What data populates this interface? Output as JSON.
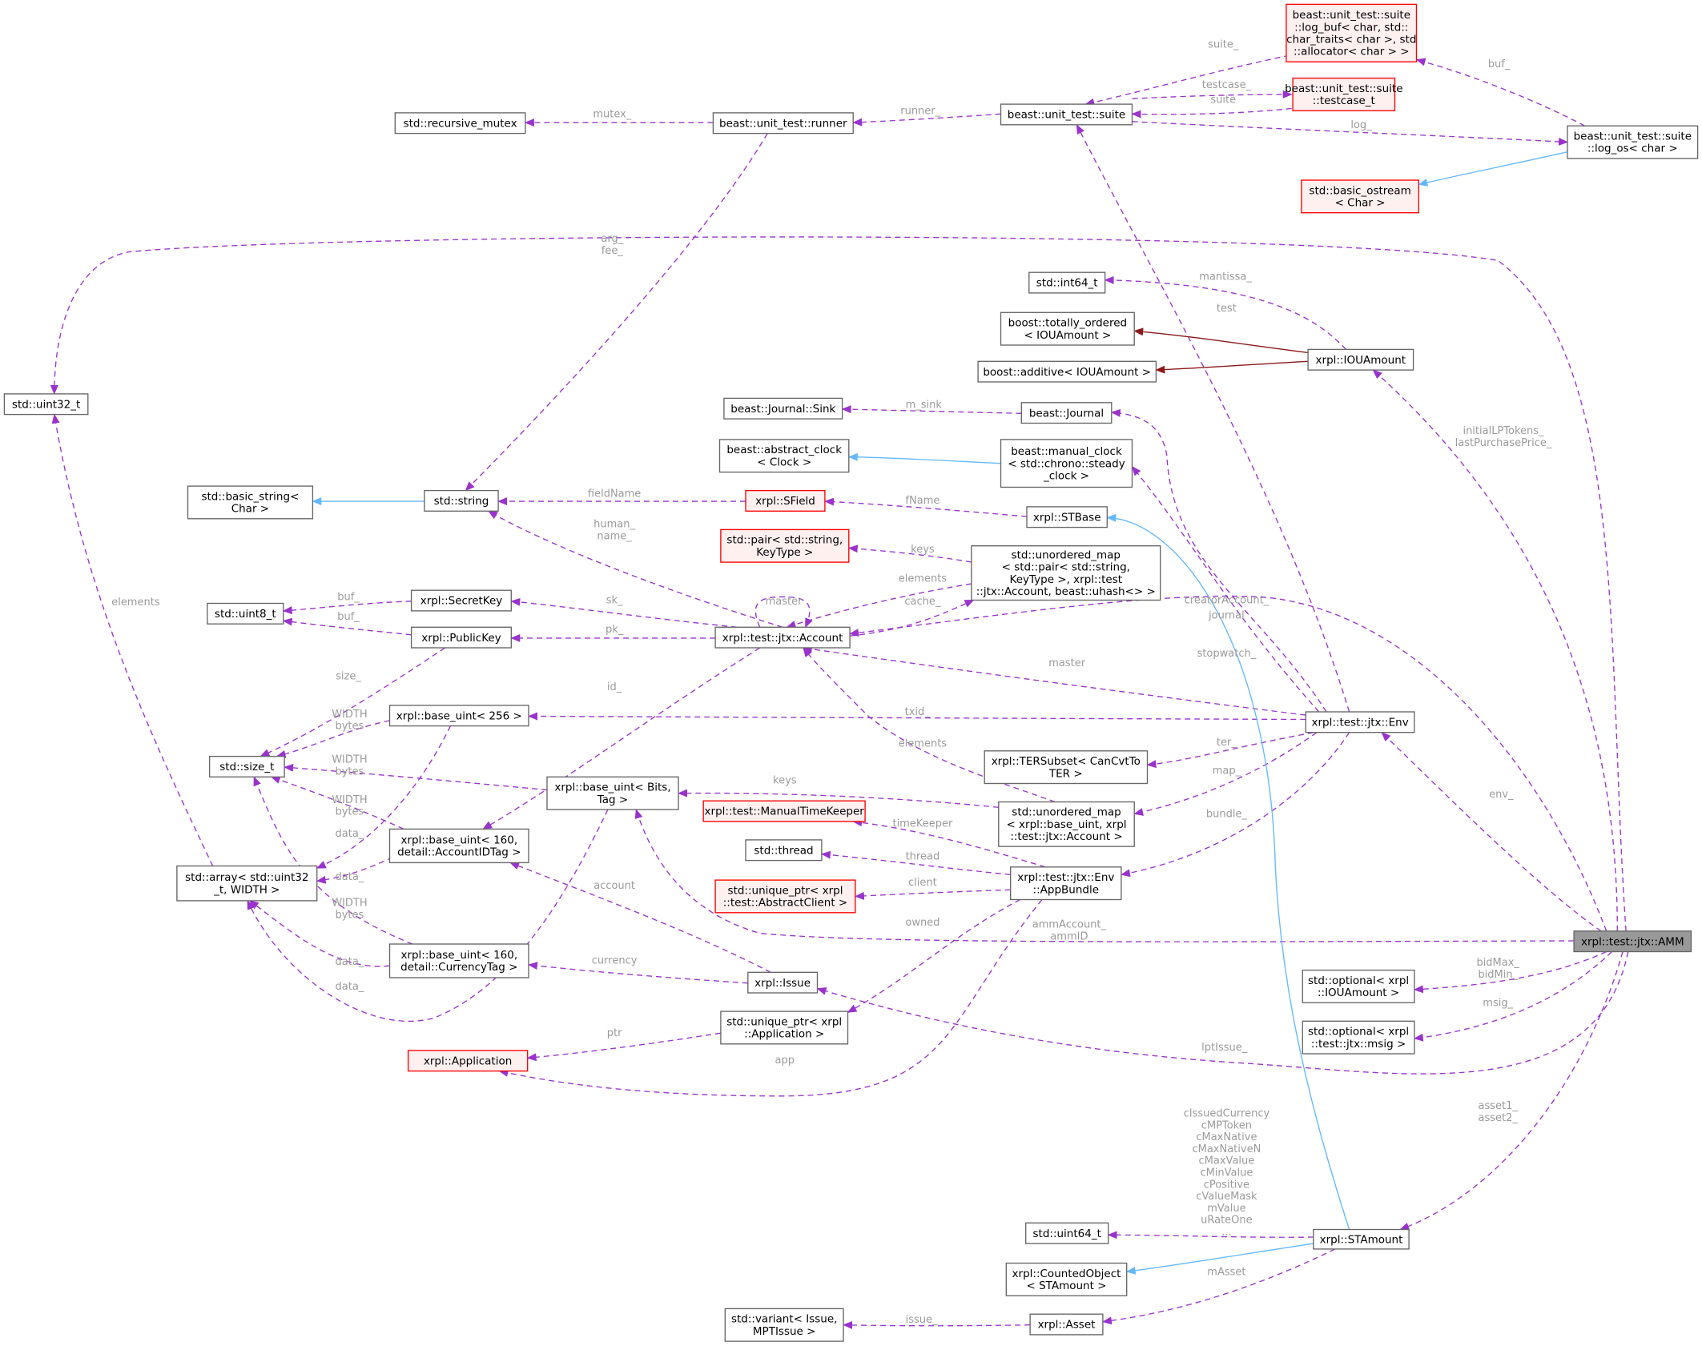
{
  "colors": {
    "member_edge": "#9a32cd",
    "inherit_edge": "#63b8ff",
    "private_edge": "#8b1a1a",
    "label_text": "#9a9a9a",
    "node_border": "#666666",
    "missing_node_border": "#ff0000",
    "missing_node_fill": "#fff0f0",
    "focus_node_fill": "#999999"
  },
  "nodes": {
    "AMM": [
      "xrpl::test::jtx::AMM"
    ],
    "Env": [
      "xrpl::test::jtx::Env"
    ],
    "AppBundle": [
      "xrpl::test::jtx::Env",
      "::AppBundle"
    ],
    "Account": [
      "xrpl::test::jtx::Account"
    ],
    "STAmount": [
      "xrpl::STAmount"
    ],
    "STBase": [
      "xrpl::STBase"
    ],
    "SField": [
      "xrpl::SField"
    ],
    "IOUAmount": [
      "xrpl::IOUAmount"
    ],
    "Issue": [
      "xrpl::Issue"
    ],
    "Asset": [
      "xrpl::Asset"
    ],
    "suite": [
      "beast::unit_test::suite"
    ],
    "runner": [
      "beast::unit_test::runner"
    ],
    "testcase": [
      "beast::unit_test::suite",
      "::testcase_t"
    ],
    "logbuf": [
      "beast::unit_test::suite",
      "::log_buf< char, std::",
      "char_traits< char >, std",
      "::allocator< char > >"
    ],
    "logos": [
      "beast::unit_test::suite",
      "::log_os< char >"
    ],
    "ostream": [
      "std::basic_ostream",
      "< Char >"
    ],
    "rmutex": [
      "std::recursive_mutex"
    ],
    "string": [
      "std::string"
    ],
    "bstring": [
      "std::basic_string<",
      "Char >"
    ],
    "uint32": [
      "std::uint32_t"
    ],
    "uint8": [
      "std::uint8_t"
    ],
    "sizet": [
      "std::size_t"
    ],
    "array": [
      "std::array< std::uint32",
      "_t, WIDTH >"
    ],
    "int64": [
      "std::int64_t"
    ],
    "uint64": [
      "std::uint64_t"
    ],
    "totord": [
      "boost::totally_ordered",
      "< IOUAmount >"
    ],
    "additive": [
      "boost::additive< IOUAmount >"
    ],
    "sink": [
      "beast::Journal::Sink"
    ],
    "journal": [
      "beast::Journal"
    ],
    "aclock": [
      "beast::abstract_clock",
      "< Clock >"
    ],
    "mclock": [
      "beast::manual_clock",
      "< std::chrono::steady",
      "_clock >"
    ],
    "pair": [
      "std::pair< std::string,",
      "KeyType >"
    ],
    "umap1": [
      "std::unordered_map",
      "< std::pair< std::string,",
      "KeyType >, xrpl::test",
      "::jtx::Account, beast::uhash<> >"
    ],
    "secret": [
      "xrpl::SecretKey"
    ],
    "public": [
      "xrpl::PublicKey"
    ],
    "bu256": [
      "xrpl::base_uint< 256 >"
    ],
    "bubits": [
      "xrpl::base_uint< Bits,",
      "Tag >"
    ],
    "bu160a": [
      "xrpl::base_uint< 160,",
      "detail::AccountIDTag >"
    ],
    "bu160c": [
      "xrpl::base_uint< 160,",
      "detail::CurrencyTag >"
    ],
    "ters": [
      "xrpl::TERSubset< CanCvtTo",
      "TER >"
    ],
    "umap2": [
      "std::unordered_map",
      "< xrpl::base_uint, xrpl",
      "::test::jtx::Account >"
    ],
    "mtk": [
      "xrpl::test::ManualTimeKeeper"
    ],
    "thread": [
      "std::thread"
    ],
    "uptrclient": [
      "std::unique_ptr< xrpl",
      "::test::AbstractClient >"
    ],
    "uptrapp": [
      "std::unique_ptr< xrpl",
      "::Application >"
    ],
    "application": [
      "xrpl::Application"
    ],
    "optiou": [
      "std::optional< xrpl",
      "::IOUAmount >"
    ],
    "optmsig": [
      "std::optional< xrpl",
      "::test::jtx::msig >"
    ],
    "counted": [
      "xrpl::CountedObject",
      "< STAmount >"
    ],
    "variant": [
      "std::variant< Issue,",
      "MPTIssue >"
    ]
  },
  "edge_labels": {
    "suite_logbuf": [
      "suite_"
    ],
    "testcase_suite": [
      "testcase_"
    ],
    "suite_testcase": [
      "suite"
    ],
    "logbuf_logos": [
      "buf_"
    ],
    "logos_suite": [
      "log_"
    ],
    "runner_suite": [
      "runner_"
    ],
    "rmutex_runner": [
      "mutex_"
    ],
    "string_runner": [],
    "uint32_amm": [
      "arg_",
      "fee_"
    ],
    "int64_iou": [
      "mantissa_"
    ],
    "suite_env": [
      "test"
    ],
    "iou_amm": [
      "initialLPTokens_",
      "lastPurchasePrice_"
    ],
    "sink_journal": [
      "m_sink"
    ],
    "journal_env": [
      "journal"
    ],
    "mclock_env": [
      "stopwatch_"
    ],
    "string_sfield": [
      "fieldName"
    ],
    "string_account": [
      "human_",
      "name_"
    ],
    "sfield_stbase": [
      "fName"
    ],
    "pair_umap1": [
      "keys"
    ],
    "account_umap1": [
      "elements"
    ],
    "umap1_account": [
      "cache_"
    ],
    "account_self": [
      "master"
    ],
    "account_amm": [
      "creatorAccount_"
    ],
    "secret_account": [
      "sk_"
    ],
    "public_account": [
      "pk_"
    ],
    "uint8_secret": [
      "buf_"
    ],
    "uint8_public": [
      "buf_"
    ],
    "size_public": [
      "size_"
    ],
    "account_env": [
      "master"
    ],
    "bu256_env": [
      "txid_"
    ],
    "size_bu256": [
      "WIDTH",
      "bytes"
    ],
    "size_bubits": [
      "WIDTH",
      "bytes"
    ],
    "size_bu160a": [
      "WIDTH",
      "bytes"
    ],
    "size_bu160c": [
      "WIDTH",
      "bytes"
    ],
    "array_bu256": [
      "data_"
    ],
    "array_bu160a": [
      "data_"
    ],
    "array_bu160c": [
      "data_"
    ],
    "array_bubits": [
      "data_"
    ],
    "uint32_array": [
      "elements"
    ],
    "bu160a_account": [
      "id_"
    ],
    "account_umap2": [
      "elements"
    ],
    "bubits_umap2": [
      "keys"
    ],
    "ters_env": [
      "ter_"
    ],
    "umap2_env": [
      "map_"
    ],
    "appbundle_env": [
      "bundle_"
    ],
    "env_amm": [
      "env_"
    ],
    "mtk_appbundle": [
      "timeKeeper"
    ],
    "thread_appbundle": [
      "thread"
    ],
    "client_appbundle": [
      "client"
    ],
    "uptrapp_appbundle": [
      "owned"
    ],
    "app_appbundle": [
      "app"
    ],
    "app_uptrapp": [
      "ptr"
    ],
    "bubits_amm": [
      "ammAccount_",
      "ammID"
    ],
    "bu160a_issue": [
      "account"
    ],
    "bu160c_issue": [
      "currency"
    ],
    "issue_amm": [
      "lptIssue_"
    ],
    "optiou_amm": [
      "bidMax_",
      "bidMin_"
    ],
    "optmsig_amm": [
      "msig_"
    ],
    "stamount_amm": [
      "asset1_",
      "asset2_"
    ],
    "uint64_stamount": [
      "cIssuedCurrency",
      "cMPToken",
      "cMaxNative",
      "cMaxNativeN",
      "cMaxValue",
      "cMinValue",
      "cPositive",
      "cValueMask",
      "mValue",
      "uRateOne",
      "..."
    ],
    "asset_stamount": [
      "mAsset"
    ],
    "variant_asset": [
      "issue_"
    ],
    "stbase_stamount": [],
    "counted_stamount": [],
    "ostream_logos": [],
    "bstring_string": [],
    "aclock_mclock": [],
    "totord_iou": [],
    "additive_iou": []
  }
}
